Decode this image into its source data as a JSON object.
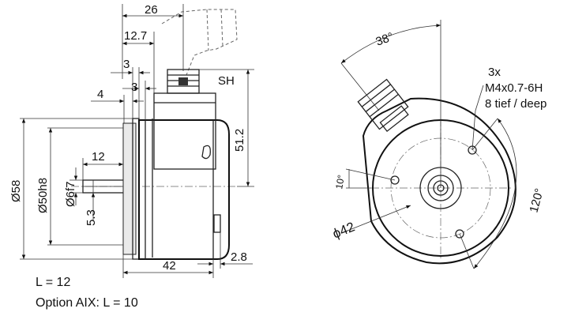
{
  "side_view": {
    "dim_26": "26",
    "dim_12_7": "12.7",
    "dim_3_upper": "3",
    "dim_3_lower": "3",
    "dim_4": "4",
    "dim_12": "12",
    "dim_sh": "SH",
    "dim_51_2": "51.2",
    "dim_d58": "Ø58",
    "dim_d50h8": "Ø50h8",
    "dim_d6f7": "Ø6f7",
    "dim_5_3": "5.3",
    "dim_42": "42",
    "dim_2_8": "2.8"
  },
  "front_view": {
    "angle_38": "38°",
    "angle_10": "10°",
    "angle_120": "120°",
    "dim_d42": "ϕ42",
    "thread_count": "3x",
    "thread_spec": "M4x0.7-6H",
    "thread_depth": "8 tief / deep"
  },
  "notes": {
    "line1": "L = 12",
    "line2": "Option AIX: L = 10"
  }
}
